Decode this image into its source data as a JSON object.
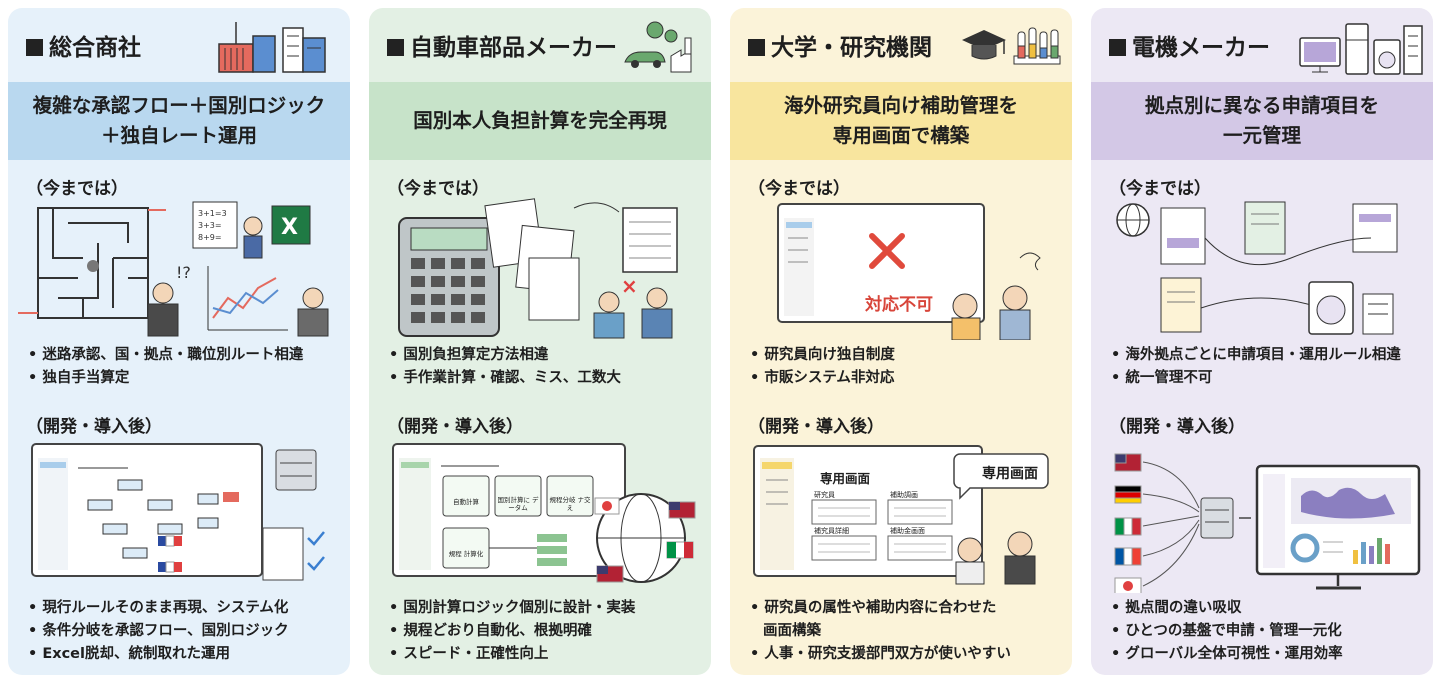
{
  "columns": [
    {
      "company": "総合商社",
      "headline": [
        "複雑な承認フロー＋国別ロジック",
        "＋独自レート運用"
      ],
      "before_label": "（今までは）",
      "before_points": [
        "迷路承認、国・拠点・職位別ルート相違",
        "独自手当算定"
      ],
      "after_label": "（開発・導入後）",
      "after_points": [
        "現行ルールそのまま再現、システム化",
        "条件分岐を承認フロー、国別ロジック",
        "Excel脱却、統制取れた運用"
      ],
      "icons": [
        "building-icon",
        "maze-icon",
        "excel-icon",
        "server-icon",
        "flowchart-icon"
      ]
    },
    {
      "company": "自動車部品メーカー",
      "headline": [
        "国別本人負担計算を完全再現"
      ],
      "before_label": "（今までは）",
      "before_points": [
        "国別負担算定方法相違",
        "手作業計算・確認、ミス、工数大"
      ],
      "after_label": "（開発・導入後）",
      "after_points": [
        "国別計算ロジック個別に設計・実装",
        "規程どおり自動化、根拠明確",
        "スピード・正確性向上"
      ],
      "ui_boxes": [
        "自動計算",
        "国別計算に データム",
        "規程分岐 ナ交え",
        "規程 計算化"
      ],
      "icons": [
        "factory-icon",
        "calculator-icon",
        "globe-icon"
      ]
    },
    {
      "company": "大学・研究機関",
      "headline": [
        "海外研究員向け補助管理を",
        "専用画面で構築"
      ],
      "before_label": "（今までは）",
      "before_points": [
        "研究員向け独自制度",
        "市販システム非対応"
      ],
      "after_label": "（開発・導入後）",
      "after_points": [
        "研究員の属性や補助内容に合わせた",
        "画面構築",
        "人事・研究支援部門双方が使いやすい"
      ],
      "not_supported": "対応不可",
      "screen_title": "専用画面",
      "callout": "専用画面",
      "form_labels": [
        "研究員",
        "補助調画",
        "補究員詳細",
        "補助金画面"
      ],
      "icons": [
        "graduation-cap-icon",
        "test-tubes-icon",
        "x-mark-icon"
      ]
    },
    {
      "company": "電機メーカー",
      "headline": [
        "拠点別に異なる申請項目を",
        "一元管理"
      ],
      "before_label": "（今までは）",
      "before_points": [
        "海外拠点ごとに申請項目・運用ルール相違",
        "統一管理不可"
      ],
      "after_label": "（開発・導入後）",
      "after_points": [
        "拠点間の違い吸収",
        "ひとつの基盤で申請・管理一元化",
        "グローバル全体可視性・運用効率"
      ],
      "icons": [
        "monitor-icon",
        "fridge-icon",
        "washing-machine-icon",
        "server-icon",
        "flag-icons"
      ]
    }
  ],
  "colors": {
    "blue": "#e6f1fa",
    "green": "#e3f0e4",
    "yellow": "#fbf3d9",
    "purple": "#ece8f4"
  }
}
